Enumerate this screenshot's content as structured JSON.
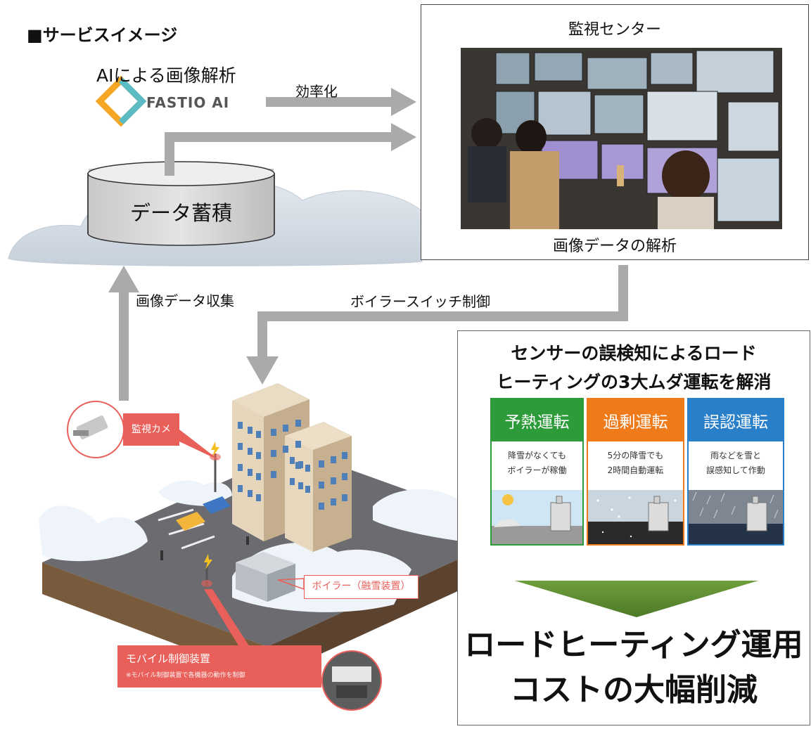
{
  "heading": "■サービスイメージ",
  "ai": {
    "label": "AIによる画像解析",
    "logo_text": "FASTIO AI",
    "efficiency_label": "効率化"
  },
  "storage": {
    "label": "データ蓄積"
  },
  "monitoring": {
    "title": "監視センター",
    "caption": "画像データの解析"
  },
  "flows": {
    "collect_label": "画像データ収集",
    "control_label": "ボイラースイッチ制御"
  },
  "site": {
    "camera_label": "監視カメラ",
    "boiler_label": "ボイラー（融雪装置）",
    "mobile_label": "モバイル制御装置",
    "mobile_note": "※モバイル制御装置で各機器の動作を制御"
  },
  "result": {
    "headline_lines": [
      "センサーの誤検知によるロード",
      "ヒーティングの3大ムダ運転を解消"
    ],
    "cards": [
      {
        "title": "予熱運転",
        "desc_lines": [
          "降雪がなくても",
          "ボイラーが稼働"
        ],
        "color": "#2e9b3a"
      },
      {
        "title": "過剰運転",
        "desc_lines": [
          "5分の降雪でも",
          "2時間自動運転"
        ],
        "color": "#ee7a1a"
      },
      {
        "title": "誤認運転",
        "desc_lines": [
          "雨などを雪と",
          "誤感知して作動"
        ],
        "color": "#2a7fc9"
      }
    ],
    "conclusion_lines": [
      "ロードヒーティング運用",
      "コストの大幅削減"
    ]
  },
  "colors": {
    "arrow_gray": "#aaaaaa",
    "callout_red": "#e95f5a",
    "down_arrow_green": "#5a8a32",
    "logo_orange": "#f5a623",
    "logo_teal": "#5bbcc4"
  }
}
